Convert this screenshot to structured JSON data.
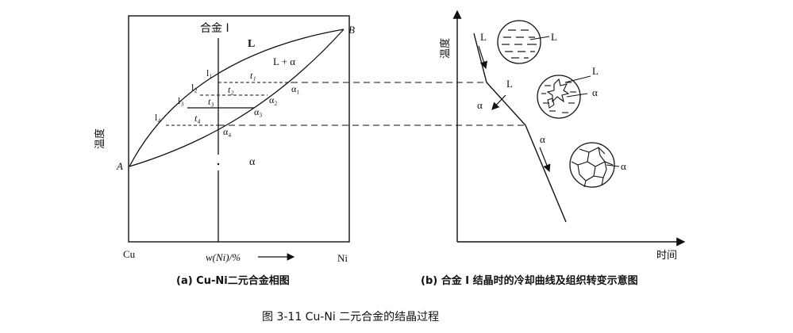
{
  "figure": {
    "caption": "图 3-11   Cu-Ni 二元合金的结晶过程"
  },
  "panel_a": {
    "caption": "(a) Cu-Ni二元合金相图",
    "alloy_label": "合金 I",
    "point_a": "A",
    "point_b": "B",
    "region_liquid": "L",
    "region_two_phase": "L + α",
    "region_solid": "α",
    "y_axis_label": "温度",
    "x_axis_label": "w(Ni)/%",
    "x_left": "Cu",
    "x_right": "Ni",
    "labels": {
      "l1": "l₁",
      "l2": "l₂",
      "l3": "l₃",
      "l4": "l₄",
      "t1": "t₁",
      "t2": "t₂",
      "t3": "t₃",
      "t4": "t₄",
      "a1": "α₁",
      "a2": "α₂",
      "a3": "α₃",
      "a4": "α₄"
    }
  },
  "panel_b": {
    "caption": "(b) 合金 I 结晶时的冷却曲线及组织转变示意图",
    "y_axis_label": "温度",
    "x_axis_label": "时间",
    "seg1_label": "L",
    "seg2_label_top": "L",
    "seg2_label_bottom": "α",
    "seg3_label": "α",
    "micro1_label": "L",
    "micro2_label_l": "L",
    "micro2_label_a": "α",
    "micro3_label": "α"
  }
}
